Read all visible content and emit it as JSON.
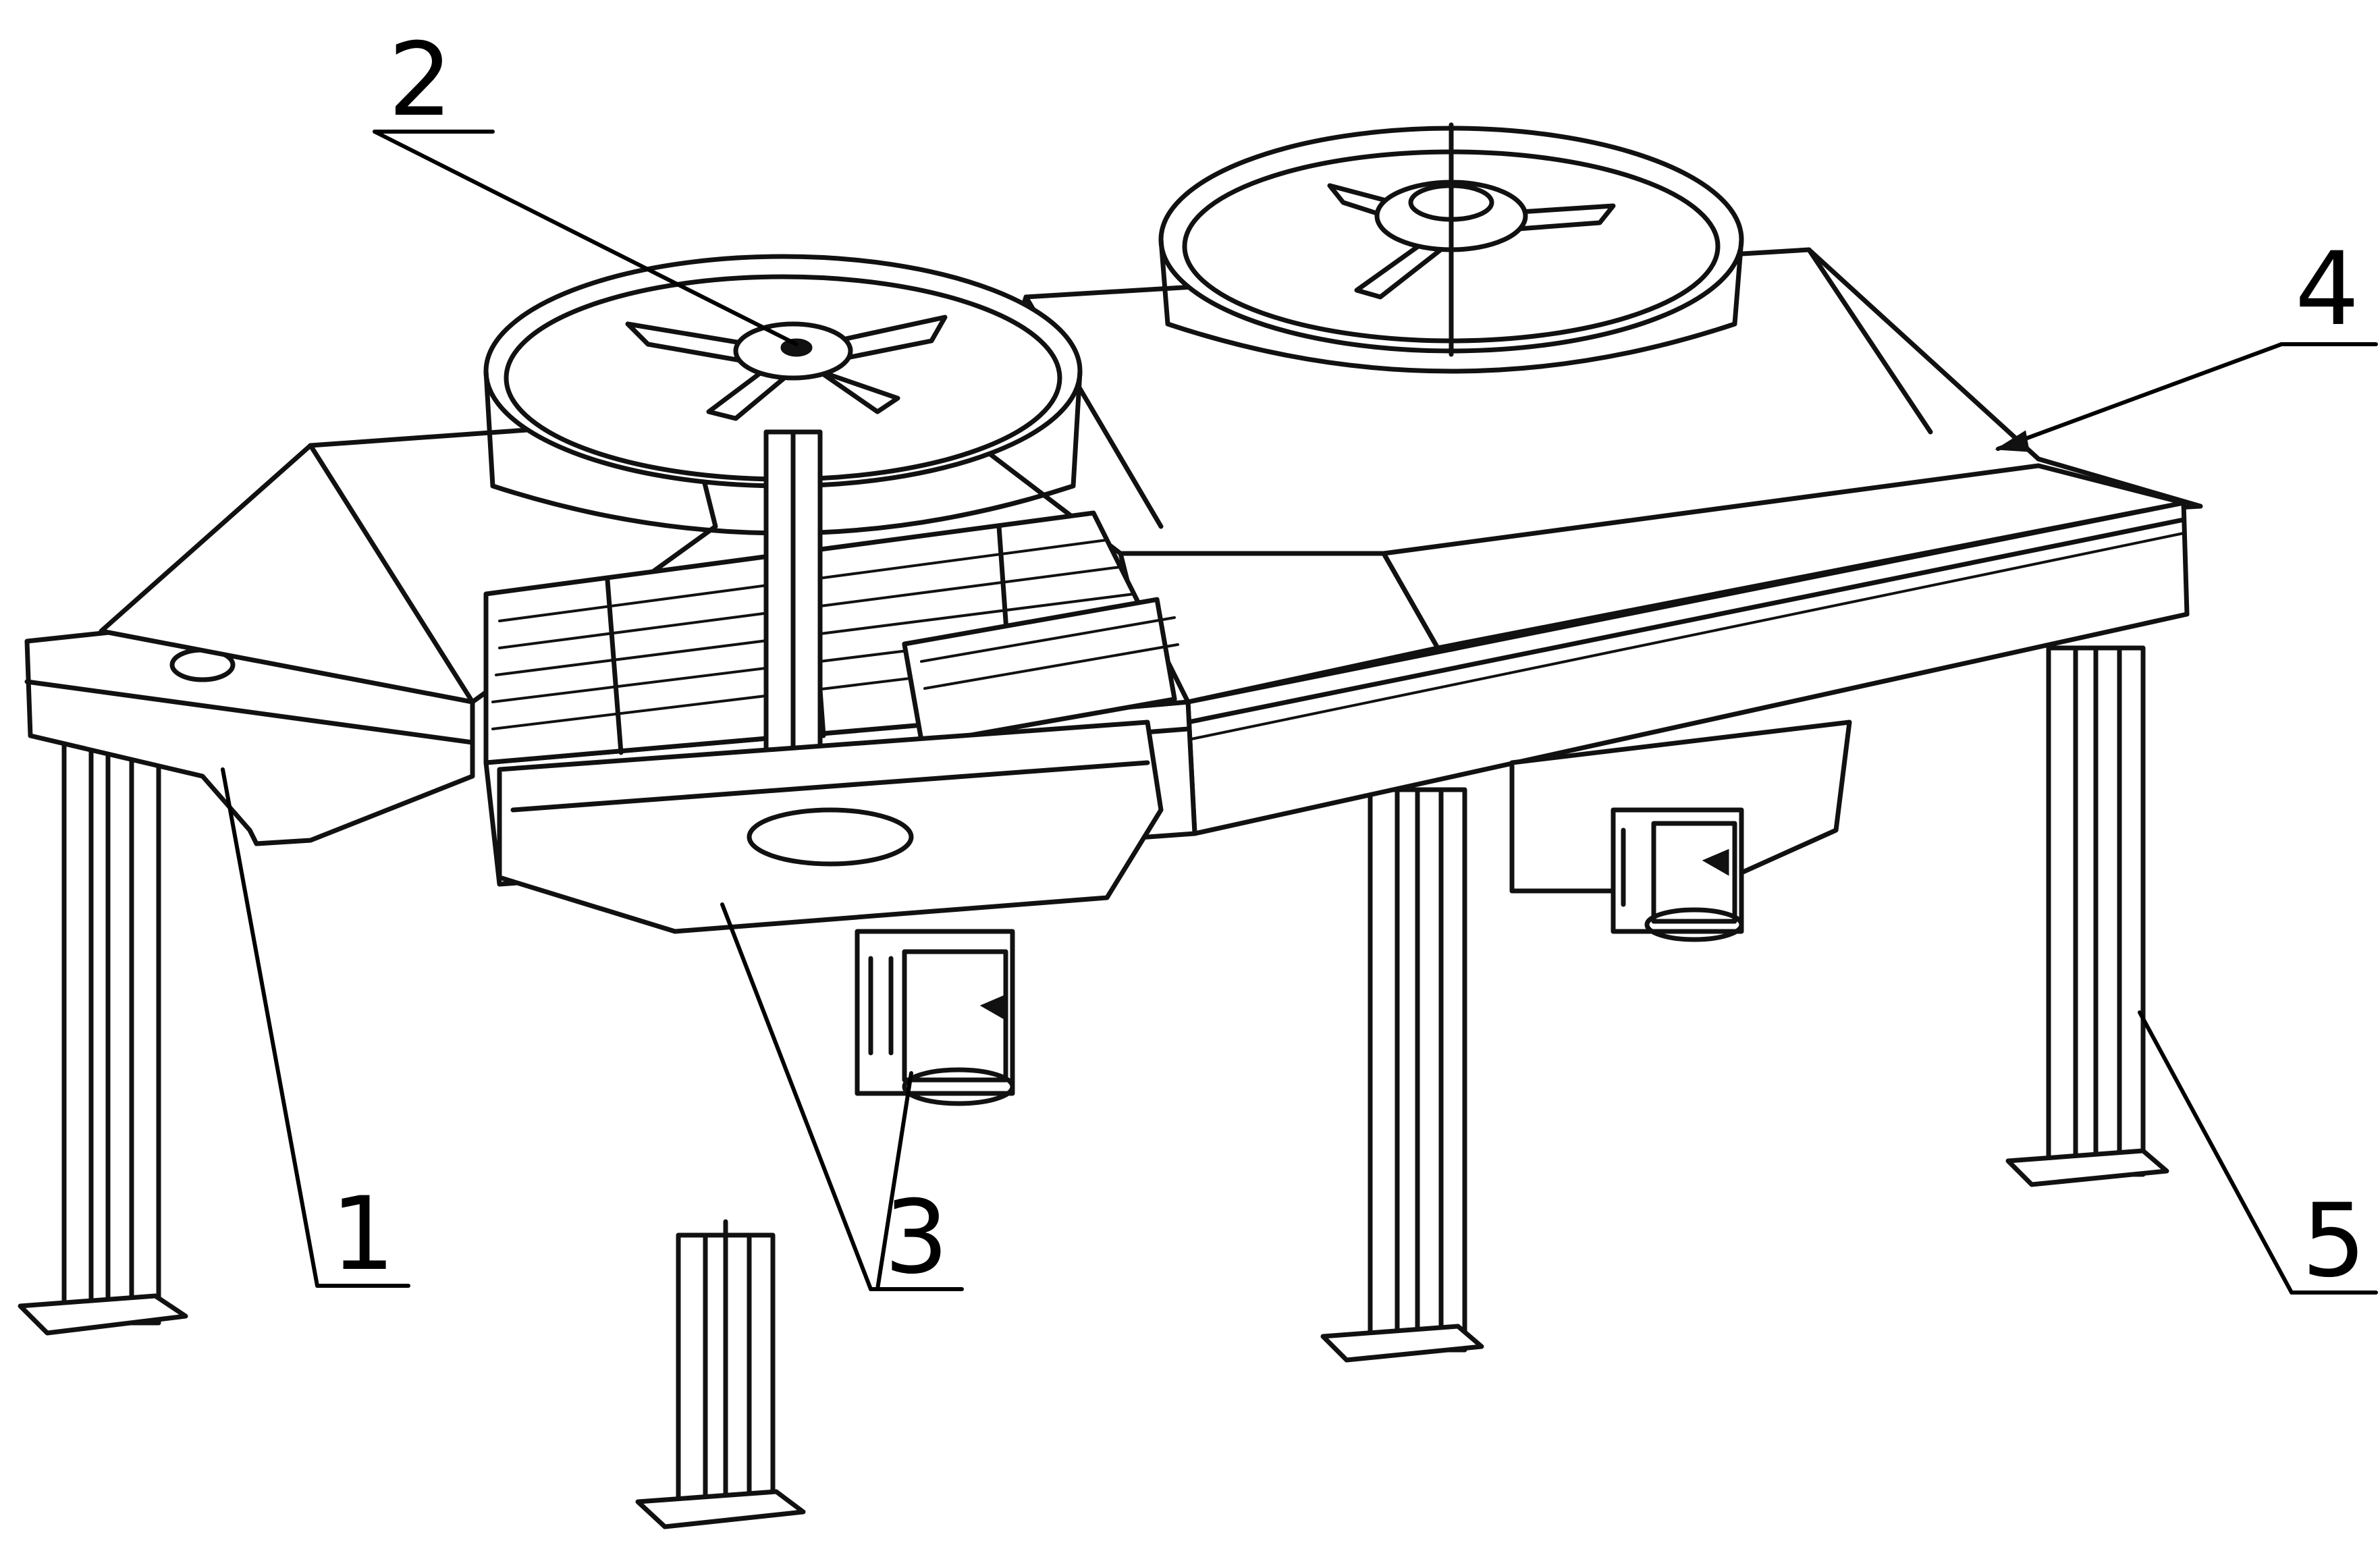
{
  "colors": {
    "line": "#111111",
    "background": "#ffffff"
  },
  "callouts": [
    {
      "label": "1"
    },
    {
      "label": "2"
    },
    {
      "label": "3"
    },
    {
      "label": "4"
    },
    {
      "label": "5"
    }
  ]
}
